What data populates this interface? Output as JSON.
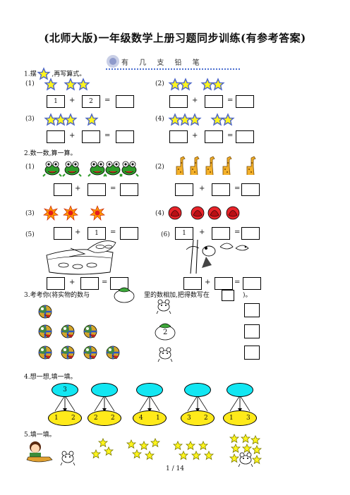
{
  "title": "(北师大版)一年级数学上册习题同步训练(有参考答案)",
  "banner": "有 几 支 铅 笔",
  "q1": {
    "header": "1.摆",
    "header_tail": ",再写算式。",
    "sub1": "(1)",
    "sub2": "(2)",
    "sub3": "(3)",
    "sub4": "(4)",
    "p1_a": "1",
    "p1_b": "2",
    "plus": "+",
    "equals": "="
  },
  "q2": {
    "header": "2.数一数,算一算。",
    "sub1": "(1)",
    "sub2": "(2)",
    "sub3": "(3)",
    "sub4": "(4)",
    "sub5": "(5)",
    "sub6": "(6)",
    "p5_b": "1",
    "p6_a": "1"
  },
  "q3": {
    "header_a": "3.考考你(将实物的数与",
    "header_b": "里的数相加,把得数写在",
    "header_c": ")。",
    "apple_num": "2"
  },
  "q4": {
    "header": "4.想一想,填一填。",
    "groups": [
      {
        "top": "3",
        "left": "1",
        "right": "2"
      },
      {
        "top": "",
        "left": "2",
        "right": "2"
      },
      {
        "top": "",
        "left": "4",
        "right": "1"
      },
      {
        "top": "",
        "left": "3",
        "right": "2"
      },
      {
        "top": "",
        "left": "1",
        "right": "3"
      }
    ]
  },
  "q5": {
    "header": "5.填一填。"
  },
  "footer": "1 / 14",
  "colors": {
    "star_fill": "#fff51c",
    "star_stroke": "#4a63c6",
    "oval_cyan": "#12e6f2",
    "oval_yellow": "#ffea1a",
    "flower_red": "#e8242a",
    "sun_orange": "#ff9a00"
  }
}
